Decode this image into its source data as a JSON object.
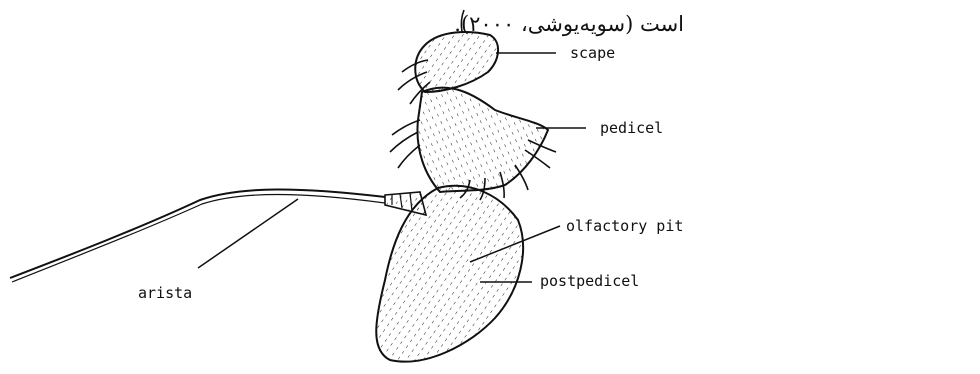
{
  "caption": "است (سویه‌یوشی، ۲۰۰۰).",
  "labels": {
    "scape": "scape",
    "pedicel": "pedicel",
    "olfactory_pit": "olfactory pit",
    "postpedicel": "postpedicel",
    "arista": "arista"
  },
  "colors": {
    "ink": "#111111",
    "background": "#ffffff"
  }
}
